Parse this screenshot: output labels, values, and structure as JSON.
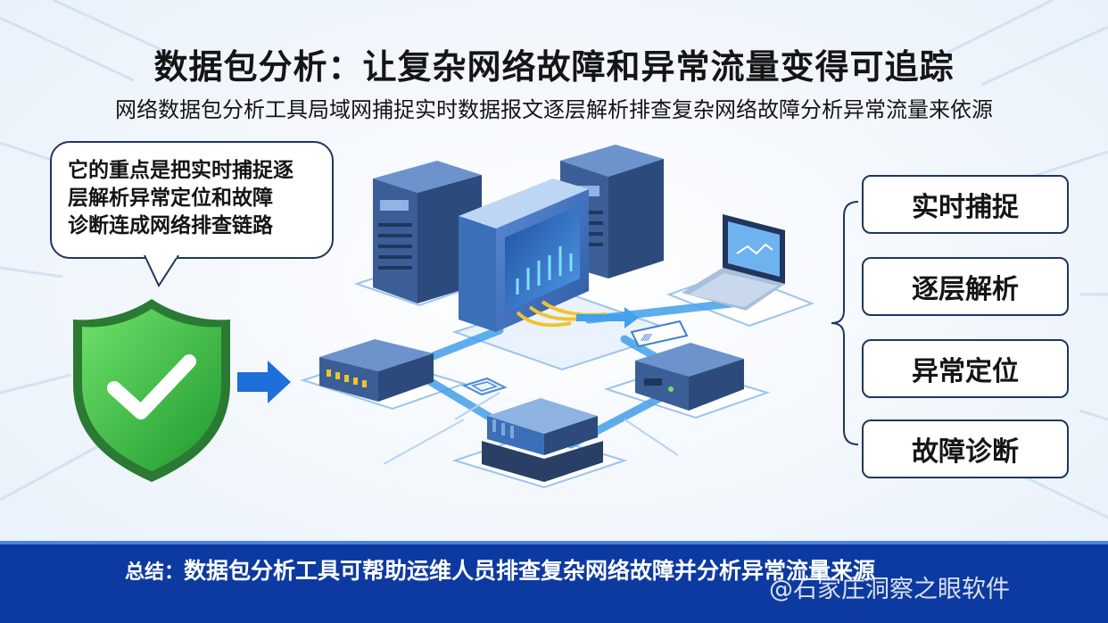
{
  "title": "数据包分析：让复杂网络故障和异常流量变得可追踪",
  "subtitle": "网络数据包分析工具局域网捕捉实时数据报文逐层解析排查复杂网络故障分析异常流量来依源",
  "callout": {
    "line1": "它的重点是把实时捕捉逐",
    "line2": "层解析异常定位和故障",
    "line3": "诊断连成网络排查链路"
  },
  "features": [
    "实时捕捉",
    "逐层解析",
    "异常定位",
    "故障诊断"
  ],
  "footer": {
    "prefix": "总结：",
    "text": "数据包分析工具可帮助运维人员排查复杂网络故障并分析异常流量来源"
  },
  "watermark": "@石家庄洞察之眼软件",
  "packet_tag": "⁄⁄⁄⁄⁄",
  "colors": {
    "footer_bg": "#0d3aa0",
    "shield_green": "#3cbc3c",
    "device_blue": "#3f6fb8",
    "link_blue": "#3d9be6",
    "box_border": "#20365e"
  },
  "icons": [
    "shield-check-icon",
    "arrow-right-icon",
    "server-icon",
    "monitor-icon",
    "laptop-icon",
    "switch-icon",
    "router-icon",
    "packet-icon"
  ]
}
